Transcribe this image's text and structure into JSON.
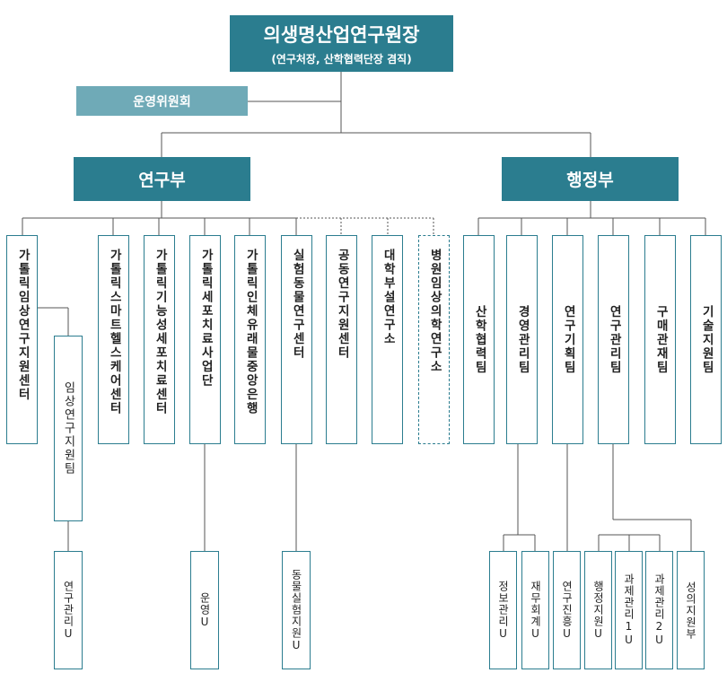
{
  "director": {
    "title": "의생명산업연구원장",
    "subtitle": "(연구처장, 산학협력단장 겸직)"
  },
  "committee": "운영위원회",
  "departments": {
    "research": "연구부",
    "admin": "행정부"
  },
  "research_units": [
    "가톨릭임상연구지원센터",
    "가톨릭스마트헬스케어센터",
    "가톨릭기능성세포치료센터",
    "가톨릭세포치료사업단",
    "가톨릭인체유래물중앙은행",
    "실험동물연구센터",
    "공동연구지원센터",
    "대학부설연구소",
    "병원임상의학연구소"
  ],
  "admin_units": [
    "산학협력팀",
    "경영관리팀",
    "연구기획팀",
    "연구관리팀",
    "구매관재팀",
    "기술지원팀"
  ],
  "sub_units": {
    "clinical_support_team": "임상연구지원팀",
    "research_mgmt_u": "연구관리U",
    "operation_u": "운영U",
    "animal_support_u": "동물실험지원U",
    "info_mgmt_u": "정보관리U",
    "finance_u": "재무회계U",
    "promotion_u": "연구진흥U",
    "admin_support_u": "행정지원U",
    "project_mgmt_1u": "과제관리1U",
    "project_mgmt_2u": "과제관리2U",
    "achievement_u": "성의지원부"
  }
}
